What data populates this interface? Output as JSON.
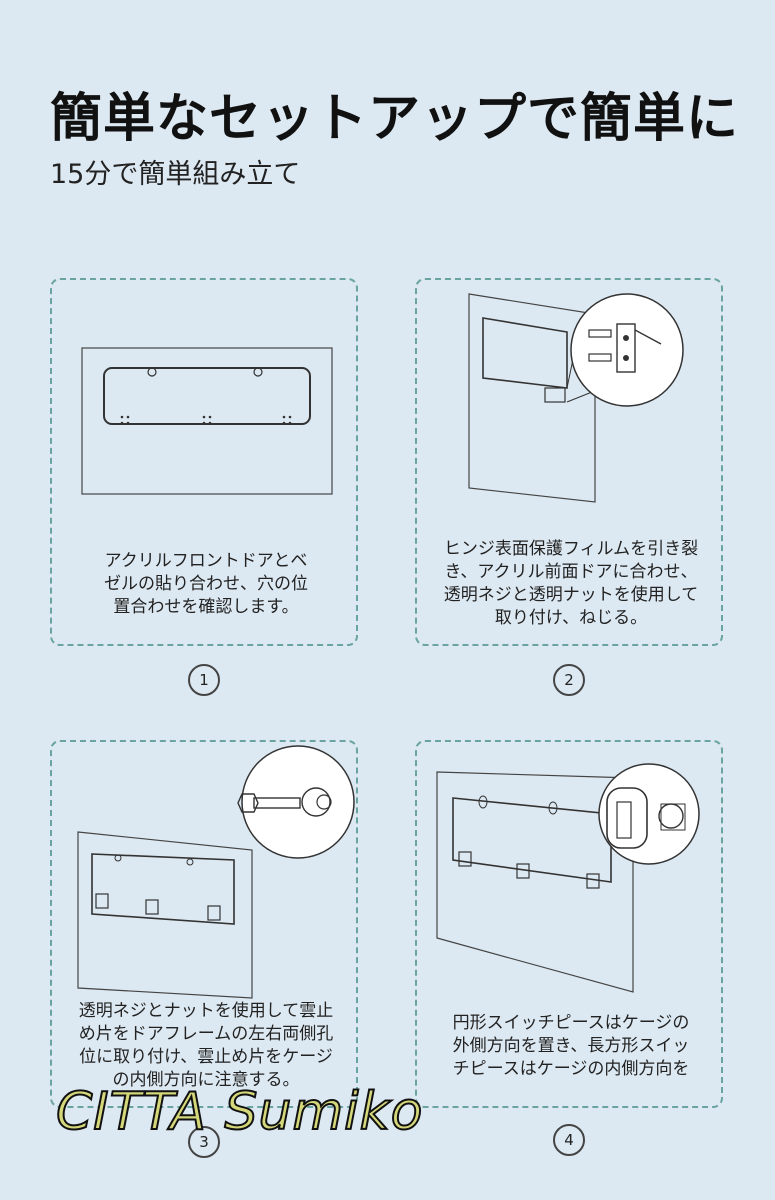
{
  "header": {
    "title": "簡単なセットアップで簡単に",
    "subtitle": "15分で簡単組み立て"
  },
  "steps": [
    {
      "number": "1",
      "caption_lines": [
        "アクリルフロントドアとベ",
        "ゼルの貼り合わせ、穴の位",
        "置合わせを確認します。"
      ]
    },
    {
      "number": "2",
      "caption_lines": [
        "ヒンジ表面保護フィルムを引き裂",
        "き、アクリル前面ドアに合わせ、",
        "透明ネジと透明ナットを使用して",
        "取り付け、ねじる。"
      ]
    },
    {
      "number": "3",
      "caption_lines": [
        "透明ネジとナットを使用して雲止",
        "め片をドアフレームの左右両側孔",
        "位に取り付け、雲止め片をケージ",
        "の内側方向に注意する。"
      ]
    },
    {
      "number": "4",
      "caption_lines": [
        "円形スイッチピースはケージの",
        "外側方向を置き、長方形スイッ",
        "チピースはケージの内側方向を"
      ]
    }
  ],
  "watermark": "CITTA Sumiko",
  "colors": {
    "background": "#dde9f2",
    "card_border": "#6aa4a0",
    "watermark_fill": "#d5d87a"
  }
}
